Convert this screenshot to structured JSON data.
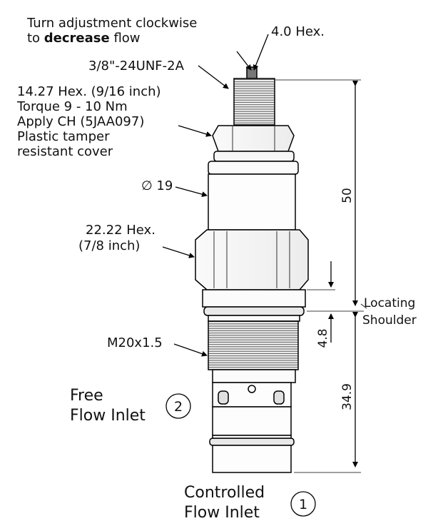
{
  "labels": {
    "adjust_line1": "Turn adjustment clockwise",
    "adjust_line2_pre": "to ",
    "adjust_line2_bold": "decrease",
    "adjust_line2_post": " flow",
    "hex_adjust": "4.0 Hex.",
    "thread_top": "3/8\"-24UNF-2A",
    "nut_line1": "14.27 Hex. (9/16 inch)",
    "nut_line2": "Torque 9 - 10 Nm",
    "nut_line3": "Apply CH (5JAA097)",
    "nut_line4": "Plastic tamper",
    "nut_line5": "resistant cover",
    "diameter": "∅ 19",
    "hex_body_line1": "22.22 Hex.",
    "hex_body_line2": "(7/8 inch)",
    "thread_body": "M20x1.5",
    "free_line1": "Free",
    "free_line2": "Flow Inlet",
    "free_port": "2",
    "controlled_line1": "Controlled",
    "controlled_line2": "Flow Inlet",
    "controlled_port": "1",
    "locating_line1": "Locating",
    "locating_line2": "Shoulder"
  },
  "dimensions": {
    "overall": "50",
    "shoulder": "4.8",
    "lower": "34.9"
  }
}
